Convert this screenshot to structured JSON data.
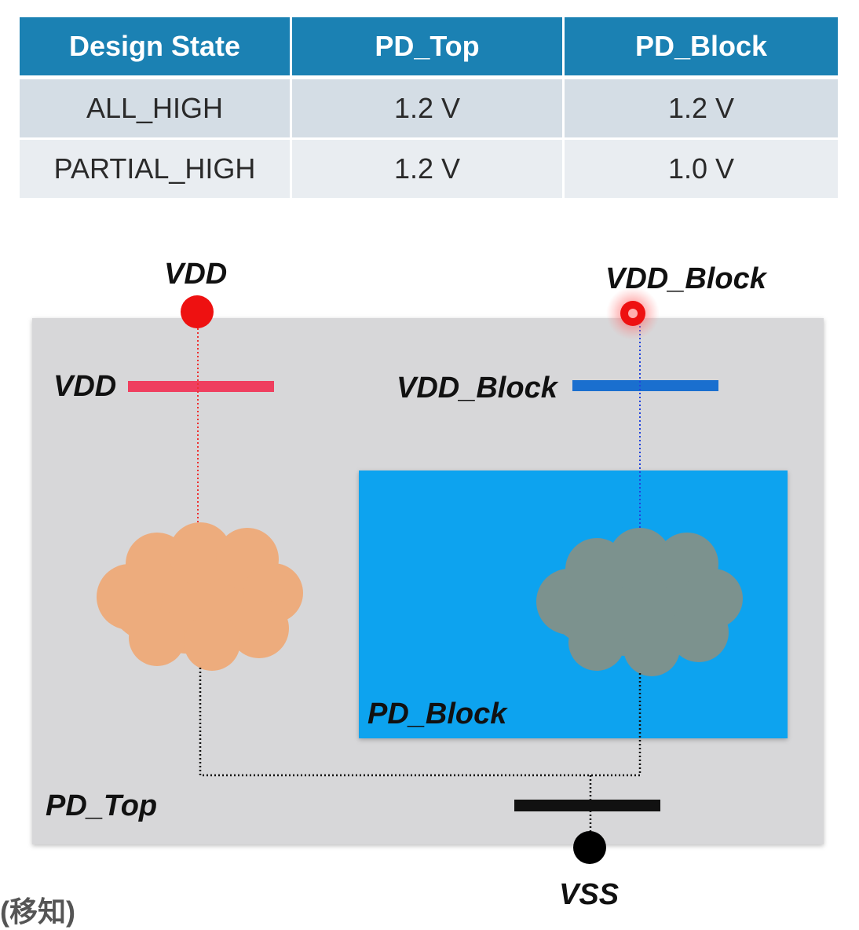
{
  "table": {
    "headers": [
      "Design State",
      "PD_Top",
      "PD_Block"
    ],
    "rows": [
      [
        "ALL_HIGH",
        "1.2 V",
        "1.2 V"
      ],
      [
        "PARTIAL_HIGH",
        "1.2 V",
        "1.0 V"
      ]
    ]
  },
  "diagram": {
    "pin_vdd_label": "VDD",
    "pin_vdd_block_label": "VDD_Block",
    "rail_vdd_label": "VDD",
    "rail_vdd_block_label": "VDD_Block",
    "pd_block_label": "PD_Block",
    "pd_top_label": "PD_Top",
    "pin_vss_label": "VSS",
    "colors": {
      "pd_top_fill": "#d7d7d9",
      "pd_block_fill": "#0aa3ef",
      "vdd": "#ef3f5f",
      "vdd_block": "#1a6fcf",
      "top_logic": "#edac7d",
      "block_logic": "#7c928e",
      "pin_red": "#ee1111"
    }
  },
  "footer": {
    "note": "(移知)"
  }
}
